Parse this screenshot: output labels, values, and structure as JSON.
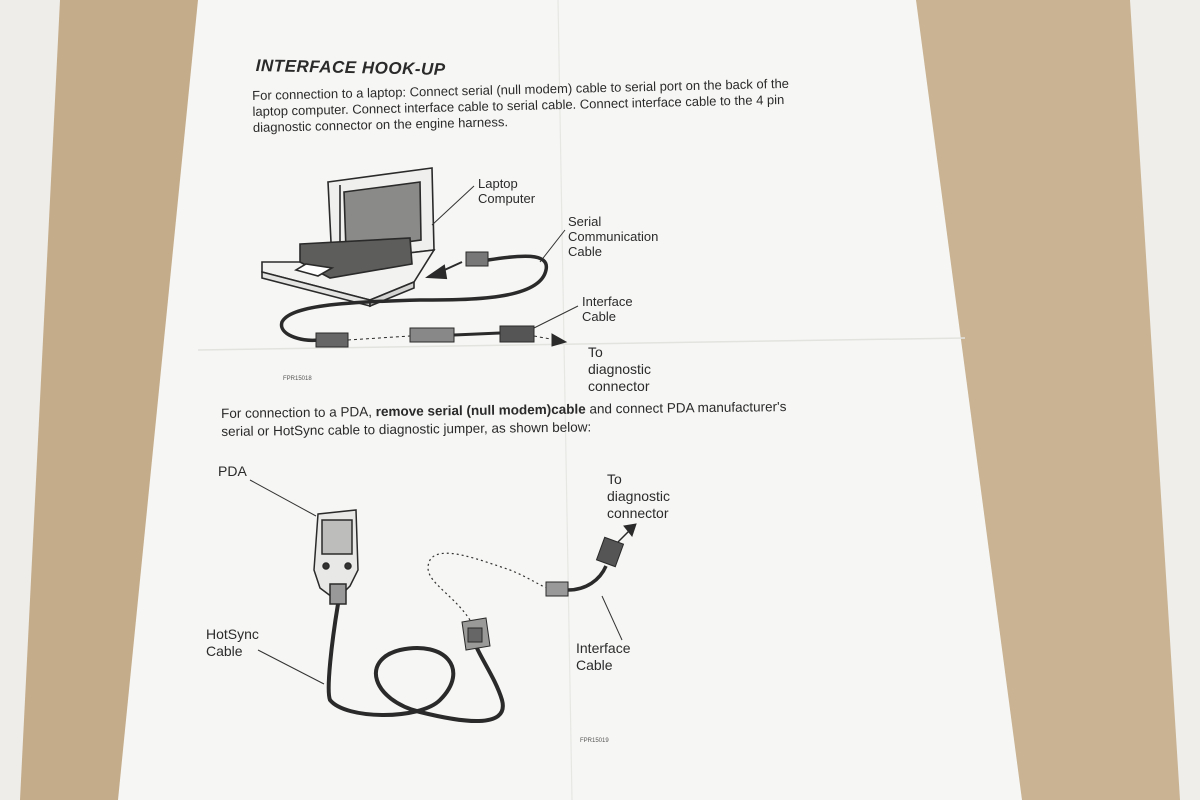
{
  "title": "INTERFACE HOOK-UP",
  "laptop_instructions": {
    "line1": "For connection to a laptop: Connect serial (null modem) cable to serial port on the back of the",
    "line2": "laptop computer. Connect interface cable to serial cable. Connect interface cable to the 4 pin",
    "line3": "diagnostic connector on the engine harness."
  },
  "laptop_diagram": {
    "laptop_label": "Laptop\nComputer",
    "serial_cable_label": "Serial\nCommunication\nCable",
    "interface_cable_label": "Interface\nCable",
    "diagnostic_label": "To\ndiagnostic\nconnector",
    "figure_code": "FPR15018"
  },
  "pda_instructions": {
    "intro": "For connection to a PDA, ",
    "bold": "remove serial (null modem)cable",
    "rest": " and connect PDA manufacturer's",
    "line2": "serial or HotSync cable to diagnostic jumper, as shown below:"
  },
  "pda_diagram": {
    "pda_label": "PDA",
    "hotsync_label": "HotSync\nCable",
    "interface_cable_label": "Interface\nCable",
    "diagnostic_label": "To\ndiagnostic\nconnector",
    "figure_code": "FPR15019"
  },
  "colors": {
    "cardboard": "#c9b291",
    "paper": "#f7f7f5",
    "ink": "#2a2a2a"
  }
}
